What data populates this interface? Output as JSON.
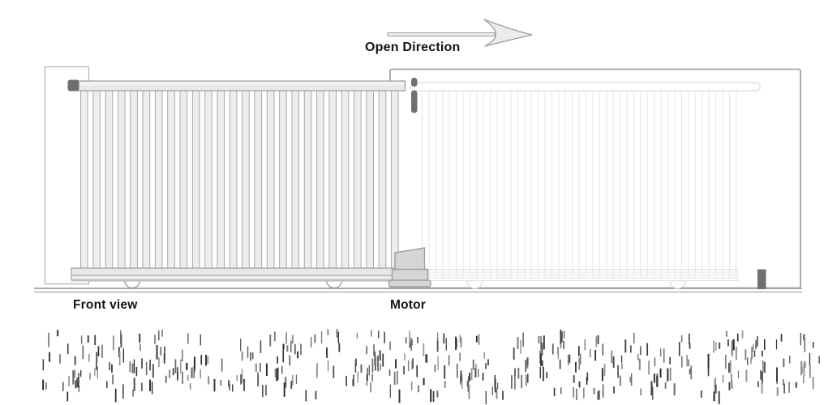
{
  "title": "Sliding gate front view diagram",
  "labels": {
    "open_direction": "Open Direction",
    "front_view": "Front view",
    "motor": "Motor"
  },
  "colors": {
    "outline": "#9e9e9e",
    "frame_outline": "#a4a4a4",
    "rail_fill": "#e9e7e7",
    "rail_highlight": "#f3f1f1",
    "bar_fill": "#efecec",
    "bar_edge": "#a9a9a9",
    "dark_part": "#6f6f6f",
    "motor_fill": "#d5d5d5",
    "arrow_fill": "#ececec",
    "ghost_outline": "#e0e0e0",
    "ghost_line": "#e6e6e6",
    "text": "#141414"
  },
  "gate": {
    "bar_count": 26,
    "wheel_count": 2
  },
  "ghost_gate": {
    "line_count": 47,
    "wheel_count": 2
  },
  "ground_texture": {
    "stroke_count": 420,
    "seed": 7
  }
}
